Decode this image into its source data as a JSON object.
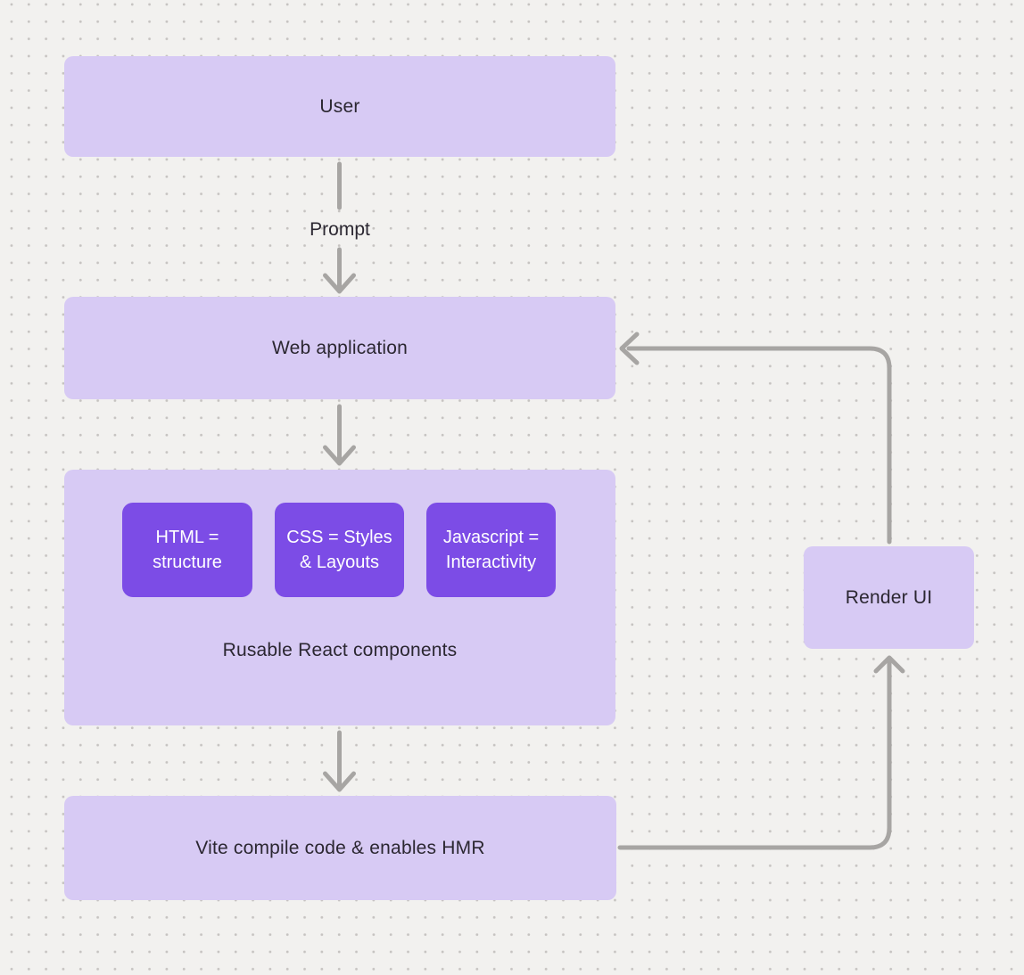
{
  "diagram": {
    "nodes": {
      "user": {
        "label": "User"
      },
      "web_application": {
        "label": "Web application"
      },
      "components_group": {
        "caption": "Rusable React components",
        "children": [
          {
            "label": "HTML = structure"
          },
          {
            "label": "CSS = Styles & Layouts"
          },
          {
            "label": "Javascript = Interactivity"
          }
        ]
      },
      "vite": {
        "label": "Vite compile code & enables HMR"
      },
      "render_ui": {
        "label": "Render UI"
      }
    },
    "edges": {
      "user_to_webapp_label": "Prompt"
    },
    "colors": {
      "background": "#f2f1ef",
      "dot_grid": "#c6c3c1",
      "node_fill": "#d7caf4",
      "component_fill": "#7c4ce6",
      "connector": "#a7a5a3",
      "text_dark": "#2b2731",
      "text_light": "#ffffff"
    }
  }
}
